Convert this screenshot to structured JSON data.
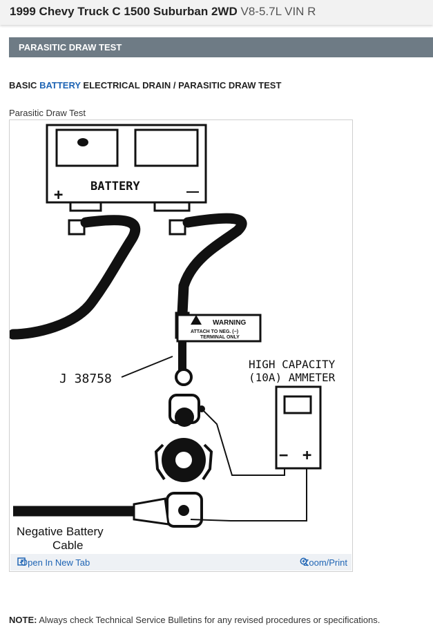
{
  "header": {
    "model": "1999 Chevy Truck C 1500 Suburban 2WD",
    "engine": "V8-5.7L VIN R"
  },
  "section": {
    "title": "PARASITIC DRAW TEST"
  },
  "subheading": {
    "prefix": "BASIC",
    "link": "BATTERY",
    "suffix": "ELECTRICAL DRAIN / PARASITIC DRAW TEST"
  },
  "figure": {
    "caption": "Parasitic Draw Test",
    "labels": {
      "battery": "BATTERY",
      "plus": "+",
      "warning": "WARNING",
      "attach_line1": "ATTACH TO NEG. (−)",
      "attach_line2": "TERMINAL ONLY",
      "tool": "J 38758",
      "ammeter_line1": "HIGH CAPACITY",
      "ammeter_line2": "(10A) AMMETER",
      "meter_minus": "−",
      "meter_plus": "+",
      "cable_line1": "Negative Battery",
      "cable_line2": "Cable"
    },
    "toolbar": {
      "open_label": "Open In New Tab",
      "zoom_label": "Zoom/Print",
      "open_icon": "open-new-tab-icon",
      "zoom_icon": "zoom-icon"
    }
  },
  "note": {
    "label": "NOTE:",
    "text": "Always check Technical Service Bulletins for any revised procedures or specifications."
  },
  "colors": {
    "link": "#1e64b4",
    "section_bar": "#6e7b85",
    "header_bg": "#f2f2f2"
  }
}
